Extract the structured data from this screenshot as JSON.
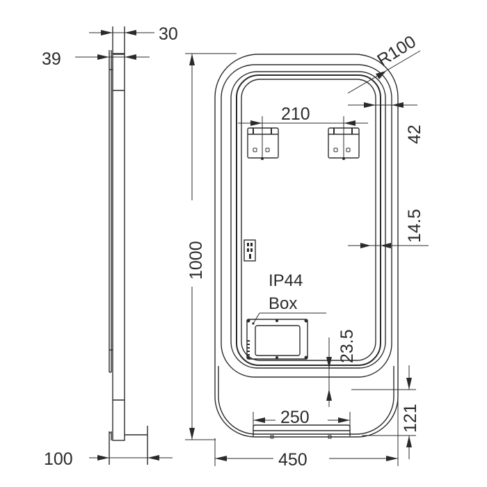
{
  "drawing": {
    "type": "technical-dimension-drawing",
    "subject": "rounded LED bathroom mirror",
    "units": "mm",
    "colors": {
      "line": "#2a2a2a",
      "background": "#ffffff"
    }
  },
  "side_view": {
    "dimensions": {
      "depth_top": "30",
      "depth_with_frame": "39",
      "bracket_depth": "100"
    }
  },
  "front_view": {
    "dimensions": {
      "height": "1000",
      "width": "450",
      "corner_radius": "R100",
      "hanger_spacing": "210",
      "frame_offset_top": "42",
      "frame_offset_side": "14.5",
      "box_offset": "23.5",
      "shelf_width": "250",
      "bottom_section_height": "121"
    },
    "labels": {
      "ip_box_line1": "IP44",
      "ip_box_line2": "Box"
    }
  }
}
